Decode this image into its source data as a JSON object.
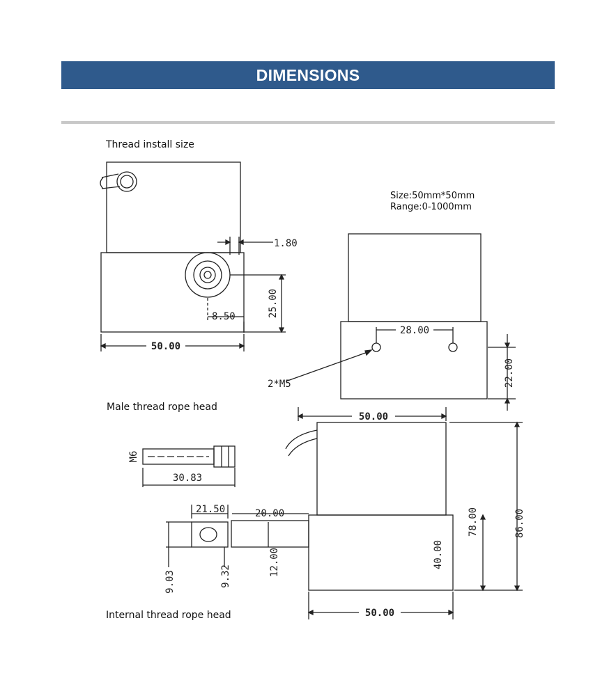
{
  "header": {
    "title": "DIMENSIONS"
  },
  "captions": {
    "thread_install": "Thread install size",
    "male_thread": "Male thread rope head",
    "internal_thread": "Internal thread rope head"
  },
  "specs": {
    "size": "Size:50mm*50mm",
    "range": "Range:0-1000mm"
  },
  "dims": {
    "top_left": {
      "d180": "1.80",
      "d2500": "25.00",
      "d850": "8.50",
      "d5000": "50.00"
    },
    "top_right": {
      "d2800": "28.00",
      "d2200": "22.00",
      "m5": "2*M5"
    },
    "male": {
      "m6": "M6",
      "d3083": "30.83"
    },
    "bottom": {
      "d5000_top": "50.00",
      "d2150": "21.50",
      "d2000": "20.00",
      "d7800": "78.00",
      "d8600": "86.00",
      "d903": "9.03",
      "d932": "9.32",
      "d1200": "12.00",
      "d4000": "40.00",
      "d5000_bottom": "50.00"
    }
  },
  "colors": {
    "header_bg": "#2f5a8c",
    "header_text": "#ffffff",
    "divider": "#c8c8c8",
    "line": "#222222"
  }
}
